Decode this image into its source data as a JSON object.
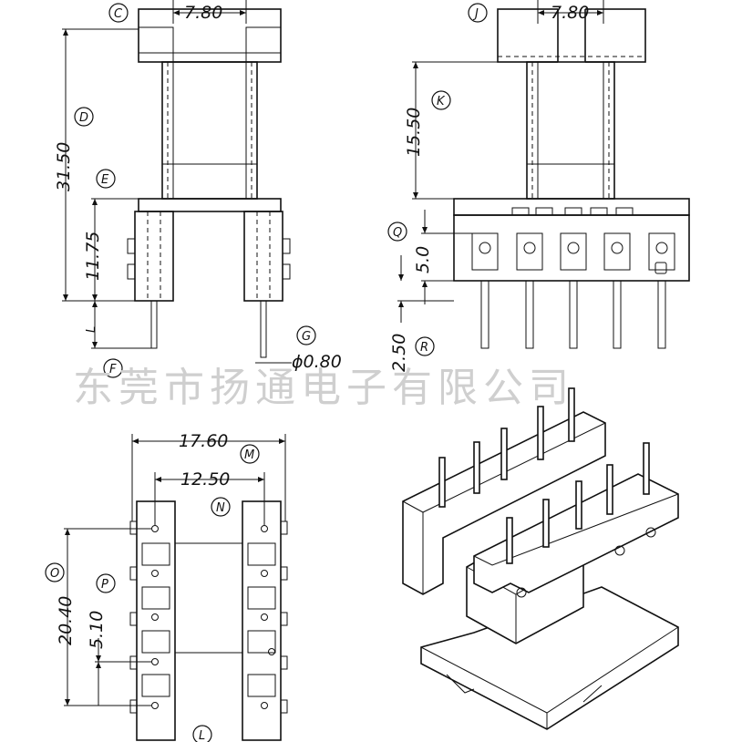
{
  "watermark": "东莞市扬通电子有限公司",
  "views": {
    "front": {
      "dims": {
        "top_width": "7.80",
        "height": "31.50",
        "lower": "11.75",
        "pin_dia": "ϕ0.80"
      },
      "callouts": {
        "c": "C",
        "d": "D",
        "e": "E",
        "f": "F",
        "g": "G",
        "l": "L"
      }
    },
    "side": {
      "dims": {
        "top_width": "7.80",
        "height": "15.50",
        "pin_pitch": "5.0",
        "pin_len": "2.50"
      },
      "callouts": {
        "j": "J",
        "k": "K",
        "q": "Q",
        "r": "R"
      }
    },
    "bottom": {
      "dims": {
        "overall": "17.60",
        "inner": "12.50",
        "length": "20.40",
        "pitch": "5.10"
      },
      "callouts": {
        "m": "M",
        "n": "N",
        "o": "O",
        "p": "P",
        "l": "L"
      }
    }
  }
}
